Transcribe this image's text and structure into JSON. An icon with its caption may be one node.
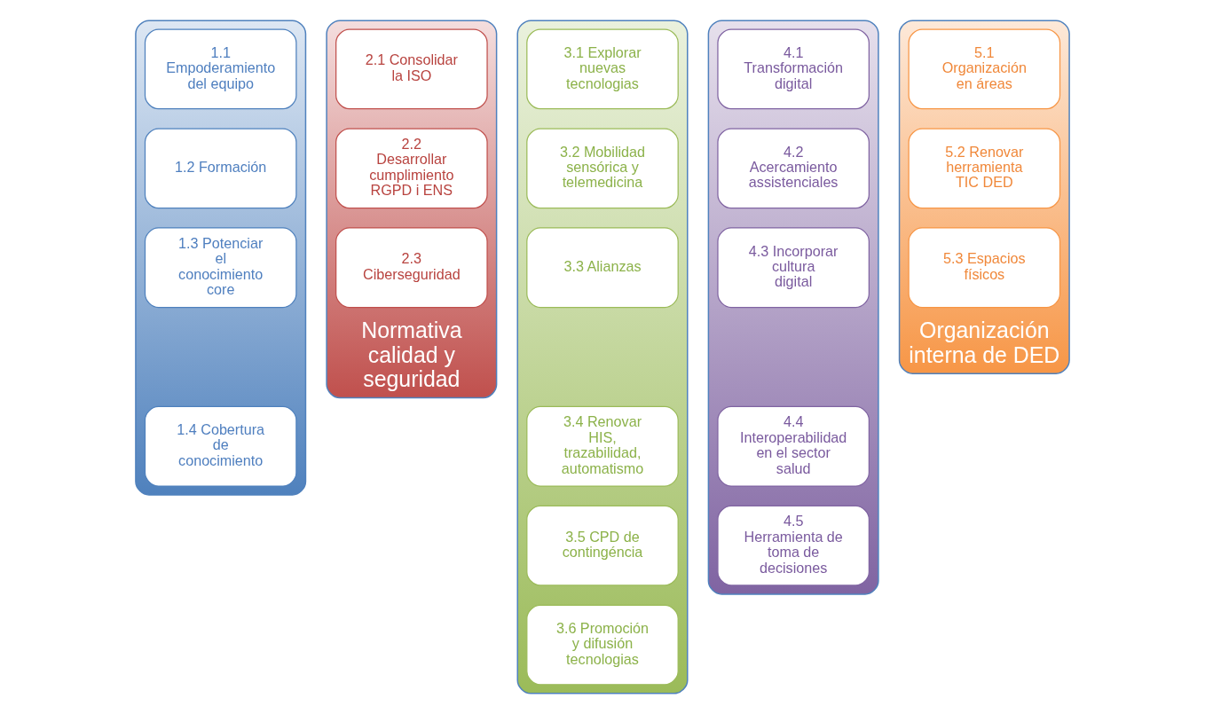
{
  "diagram": {
    "nodes": [
      {
        "text": [],
        "shape": "box"
      },
      {
        "text": [
          "1.1 Empoderamiento del equipo"
        ],
        "in": 0
      },
      {
        "text": [
          "1.2 Formación"
        ],
        "in": 0
      },
      {
        "text": [
          "1.3 Potenciar el conocimiento core"
        ],
        "in": 0
      },
      {
        "text": [
          "1.4 Cobertura de conocimiento"
        ],
        "in": 0
      },
      {
        "text": [
          "Normativa calidad y seguridad"
        ]
      },
      {
        "text": [
          "2.1 Consolidar la ISO"
        ],
        "in": 5
      },
      {
        "text": [
          "2.2 Desarrollar cumplimiento RGPD i ENS"
        ],
        "in": 5
      },
      {
        "text": [
          "2.3 Ciberseguridad"
        ],
        "in": 5
      },
      {
        "text": [],
        "shape": "box"
      },
      {
        "text": [
          "3.1 Explorar nuevas tecnologias"
        ],
        "in": 9
      },
      {
        "text": [
          "3.2 Mobilidad sensórica y telemedicina"
        ],
        "in": 9
      },
      {
        "text": [
          "3.3 Alianzas"
        ],
        "in": 9
      },
      {
        "text": [
          "3.4 Renovar HIS, trazabilidad, automatismo"
        ],
        "in": 9
      },
      {
        "text": [
          "3.5 CPD de contingéncia"
        ],
        "in": 9
      },
      {
        "text": [
          "3.6 Promoción y difusión tecnologias"
        ],
        "in": 9
      },
      {
        "text": [],
        "shape": "box"
      },
      {
        "text": [
          "4.1 Transformación digital"
        ],
        "in": 16
      },
      {
        "text": [
          "4.2 Acercamiento assistenciales"
        ],
        "in": 16
      },
      {
        "text": [
          "4.3 Incorporar cultura digital"
        ],
        "in": 16
      },
      {
        "text": [
          "4.4 Interoperabilidad en el sector salud"
        ],
        "in": 16
      },
      {
        "text": [
          "4.5 Herramienta de toma de decisiones"
        ],
        "in": 16
      },
      {
        "text": [
          "Organización interna de DED"
        ]
      },
      {
        "text": [
          "5.1 Organización en áreas"
        ],
        "in": 22
      },
      {
        "text": [
          "5.2 Renovar herramienta TIC DED"
        ],
        "in": 22
      },
      {
        "text": [
          "5.3 Espacios físicos"
        ],
        "in": 22
      }
    ]
  }
}
